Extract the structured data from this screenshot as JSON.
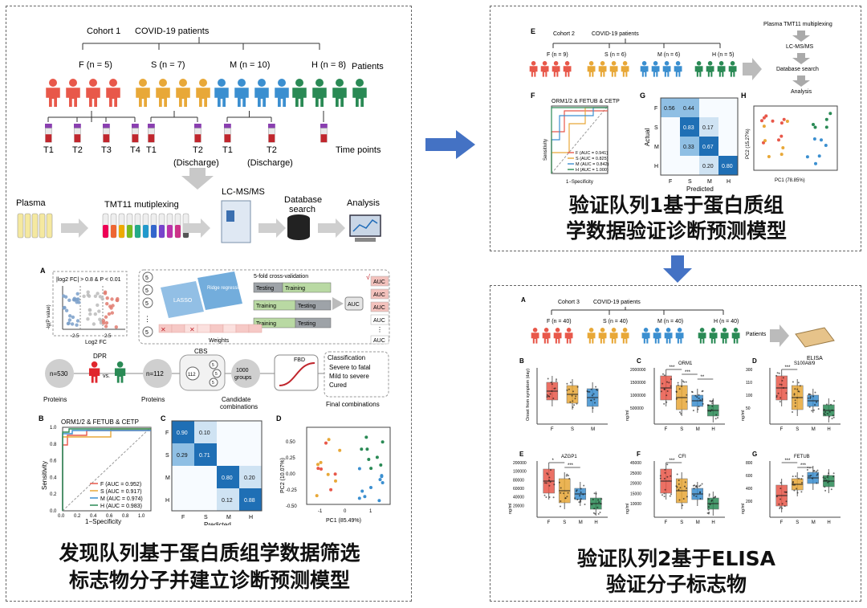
{
  "left": {
    "cohort1": {
      "cohort": "Cohort 1",
      "patients": "COVID-19 patients",
      "groups": [
        {
          "label": "F",
          "n": "5"
        },
        {
          "label": "S",
          "n": "7"
        },
        {
          "label": "M",
          "n": "10"
        },
        {
          "label": "H",
          "n": "8"
        }
      ],
      "patients_label": "Patients",
      "tubes": [
        "T1",
        "T2",
        "T3",
        "T4",
        "T1",
        "T2",
        "T1",
        "T2"
      ],
      "discharge": "(Discharge)",
      "time_points": "Time points"
    },
    "workflow": {
      "steps": [
        "Plasma",
        "TMT11 mutiplexing",
        "LC-MS/MS",
        "Database search",
        "Analysis"
      ]
    },
    "panelA": {
      "label": "A",
      "volcano_title": "|log2 FC| > 0.8 & P < 0.01",
      "volcano_y": "-lg(P value)",
      "volcano_x": "Log2 FC",
      "x_ticks": [
        "-2.5",
        "2.5"
      ],
      "lasso": "LASSO",
      "ridge": "Ridge regression",
      "weights": "Weights",
      "cv_title": "5-fold cross-validation",
      "folds": [
        [
          "Testing",
          "Training"
        ],
        [
          "Training",
          "Testing"
        ],
        [
          "Training",
          "Testing"
        ]
      ],
      "auc": "AUC",
      "auc_list": [
        "AUC",
        "AUC",
        "AUC",
        "AUC"
      ],
      "auc_check": "√",
      "n530": "n=530",
      "n112": "n=112",
      "n112b": "112",
      "five": "5",
      "dpr": "DPR",
      "vs": "vs.",
      "cbs": "CBS",
      "groups1000": "1000 groups",
      "fbd": "FBD",
      "classification": "Classification",
      "cls_items": [
        "Severe to fatal",
        "Mild to severe",
        "Cured"
      ],
      "proteins1": "Proteins",
      "proteins2": "Proteins",
      "candidate": "Candidate combinations",
      "final": "Final combinations"
    },
    "panelB": {
      "label": "B",
      "title": "ORM1/2 & FETUB & CETP",
      "ylabel": "Sensitivity",
      "xlabel": "1−Specificity",
      "ticks": [
        "0.0",
        "0.2",
        "0.4",
        "0.6",
        "0.8",
        "1.0"
      ],
      "legend": [
        {
          "name": "F (AUC = 0.952)",
          "color": "#e8584a"
        },
        {
          "name": "S (AUC = 0.917)",
          "color": "#e8a838"
        },
        {
          "name": "M (AUC = 0.974)",
          "color": "#3b8fd0"
        },
        {
          "name": "H (AUC = 0.983)",
          "color": "#2a8a55"
        }
      ]
    },
    "panelC": {
      "label": "C",
      "xlabel": "Predicted",
      "classes": [
        "F",
        "S",
        "M",
        "H"
      ],
      "cells": [
        [
          "0.90",
          "0.10",
          "",
          ""
        ],
        [
          "0.29",
          "0.71",
          "",
          ""
        ],
        [
          "",
          "",
          "0.80",
          "0.20"
        ],
        [
          "",
          "",
          "0.12",
          "0.88"
        ]
      ]
    },
    "panelD": {
      "label": "D",
      "ylabel": "PC2 (10.07%)",
      "xlabel": "PC1 (85.49%)",
      "y_ticks": [
        "0.50",
        "0.25",
        "0.00",
        "-0.25",
        "-0.50"
      ],
      "x_ticks": [
        "-1",
        "0",
        "1"
      ]
    },
    "caption": [
      "发现队列基于蛋白质组学数据筛选",
      "标志物分子并建立诊断预测模型"
    ]
  },
  "rightTop": {
    "panelE": {
      "label": "E",
      "cohort": "Cohort 2",
      "patients": "COVID-19 patients",
      "groups": [
        {
          "label": "F",
          "n": "9"
        },
        {
          "label": "S",
          "n": "6"
        },
        {
          "label": "M",
          "n": "6"
        },
        {
          "label": "H",
          "n": "5"
        }
      ],
      "workflow": [
        "Plasma TMT11 multiplexing",
        "LC-MS/MS",
        "Database search",
        "Analysis"
      ]
    },
    "panelF": {
      "label": "F",
      "title": "ORM1/2 & FETUB & CETP",
      "ylabel": "Sensitivity",
      "xlabel": "1−Specificity",
      "legend": [
        "F (AUC = 0.941)",
        "S (AUC = 0.825)",
        "M (AUC = 0.842)",
        "H (AUC = 1.000)"
      ]
    },
    "panelG": {
      "label": "G",
      "ylabel": "Actual",
      "xlabel": "Predicted",
      "classes": [
        "F",
        "S",
        "M",
        "H"
      ],
      "cells": [
        [
          "0.56",
          "0.44",
          "",
          ""
        ],
        [
          "",
          "0.83",
          "0.17",
          ""
        ],
        [
          "",
          "0.33",
          "0.67",
          ""
        ],
        [
          "",
          "",
          "0.20",
          "0.80"
        ]
      ]
    },
    "panelH": {
      "label": "H",
      "ylabel": "PC2 (15.27%)",
      "xlabel": "PC1 (78.85%)"
    },
    "caption": [
      "验证队列1基于蛋白质组",
      "学数据验证诊断预测模型"
    ]
  },
  "rightBottom": {
    "panelA": {
      "label": "A",
      "cohort": "Cohort 3",
      "patients": "COVID-19 patients",
      "groups": [
        {
          "label": "F",
          "n": "40"
        },
        {
          "label": "S",
          "n": "40"
        },
        {
          "label": "M",
          "n": "40"
        },
        {
          "label": "H",
          "n": "40"
        }
      ],
      "patients_label": "Patients",
      "elisa": "ELISA"
    },
    "boxplots": [
      {
        "label": "B",
        "title": "",
        "ylabel": "Onset from symptom (day)",
        "groups": [
          "F",
          "S",
          "M"
        ]
      },
      {
        "label": "C",
        "title": "ORM1",
        "ylabel": "ng/ml",
        "groups": [
          "F",
          "S",
          "M",
          "H"
        ],
        "y_ticks": [
          "2000000",
          "1500000",
          "1000000",
          "500000"
        ],
        "sig": [
          "***",
          "***",
          "**"
        ]
      },
      {
        "label": "D",
        "title": "S100A8/9",
        "ylabel": "ng/ml",
        "groups": [
          "F",
          "S",
          "M",
          "H"
        ],
        "y_ticks": [
          "300",
          "110",
          "100",
          "50"
        ],
        "sig": [
          "***"
        ]
      },
      {
        "label": "E",
        "title": "AZGP1",
        "ylabel": "ng/ml",
        "groups": [
          "F",
          "S",
          "M",
          "H"
        ],
        "y_ticks": [
          "200000",
          "100000",
          "80000",
          "60000",
          "40000",
          "20000"
        ],
        "sig": [
          "*",
          "***"
        ]
      },
      {
        "label": "F",
        "title": "CFI",
        "ylabel": "ng/ml",
        "groups": [
          "F",
          "S",
          "M",
          "H"
        ],
        "y_ticks": [
          "45000",
          "25000",
          "20000",
          "15000",
          "10000"
        ],
        "sig": [
          "***"
        ]
      },
      {
        "label": "G",
        "title": "FETUB",
        "ylabel": "ng/ml",
        "groups": [
          "F",
          "S",
          "M",
          "H"
        ],
        "y_ticks": [
          "800",
          "600",
          "400",
          "200"
        ],
        "sig": [
          "***",
          "***"
        ]
      }
    ],
    "caption": [
      "验证队列2基于ELISA",
      "验证分子标志物"
    ]
  },
  "colors": {
    "F": "#e8584a",
    "S": "#e8a838",
    "M": "#3b8fd0",
    "H": "#2a8a55",
    "arrow": "#4472c4"
  }
}
